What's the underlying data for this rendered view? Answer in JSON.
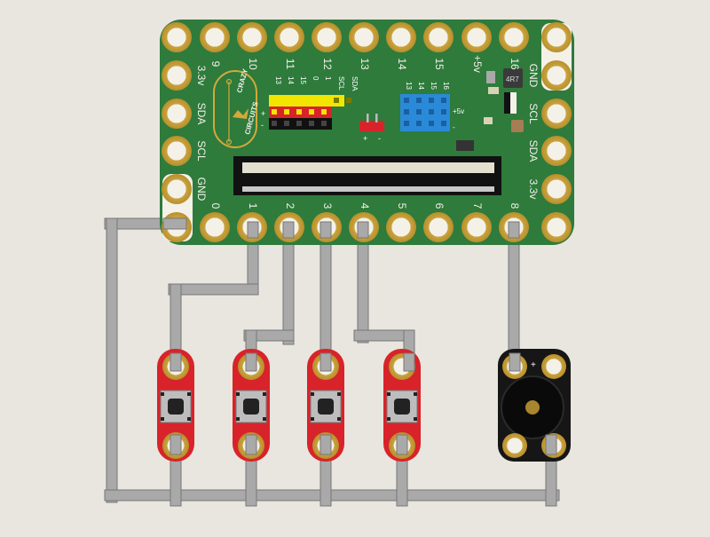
{
  "board": {
    "logo_top": "CRAZY",
    "logo_bottom": "CIRCUITS",
    "pads_top": [
      "9",
      "10",
      "11",
      "12",
      "13",
      "14",
      "15",
      "+5v",
      "16"
    ],
    "pads_left": [
      "3.3v",
      "SDA",
      "SCL",
      "GND"
    ],
    "pads_right": [
      "GND",
      "SCL",
      "SDA",
      "3.3v"
    ],
    "pads_bottom": [
      "0",
      "1",
      "2",
      "3",
      "4",
      "5",
      "6",
      "7",
      "8"
    ],
    "header_left_labels": [
      "13",
      "14",
      "15",
      "0",
      "1",
      "SCL",
      "SDA"
    ],
    "header_plus": "+",
    "header_minus": "-",
    "header_right_labels": [
      "13",
      "14",
      "15",
      "16"
    ],
    "header_right_plus": "+5v",
    "header_right_minus": "-",
    "red_plus": "+",
    "red_minus": "-",
    "resistor_label": "4R7"
  },
  "buzzer": {
    "plus_mark": "+"
  },
  "colors": {
    "background": "#e8e6df",
    "board_green": "#2f7d3d",
    "pad_gold": "#c9a23c",
    "wire": "#a6a6a6",
    "button_red": "#d8232a",
    "buzzer_black": "#161616"
  }
}
